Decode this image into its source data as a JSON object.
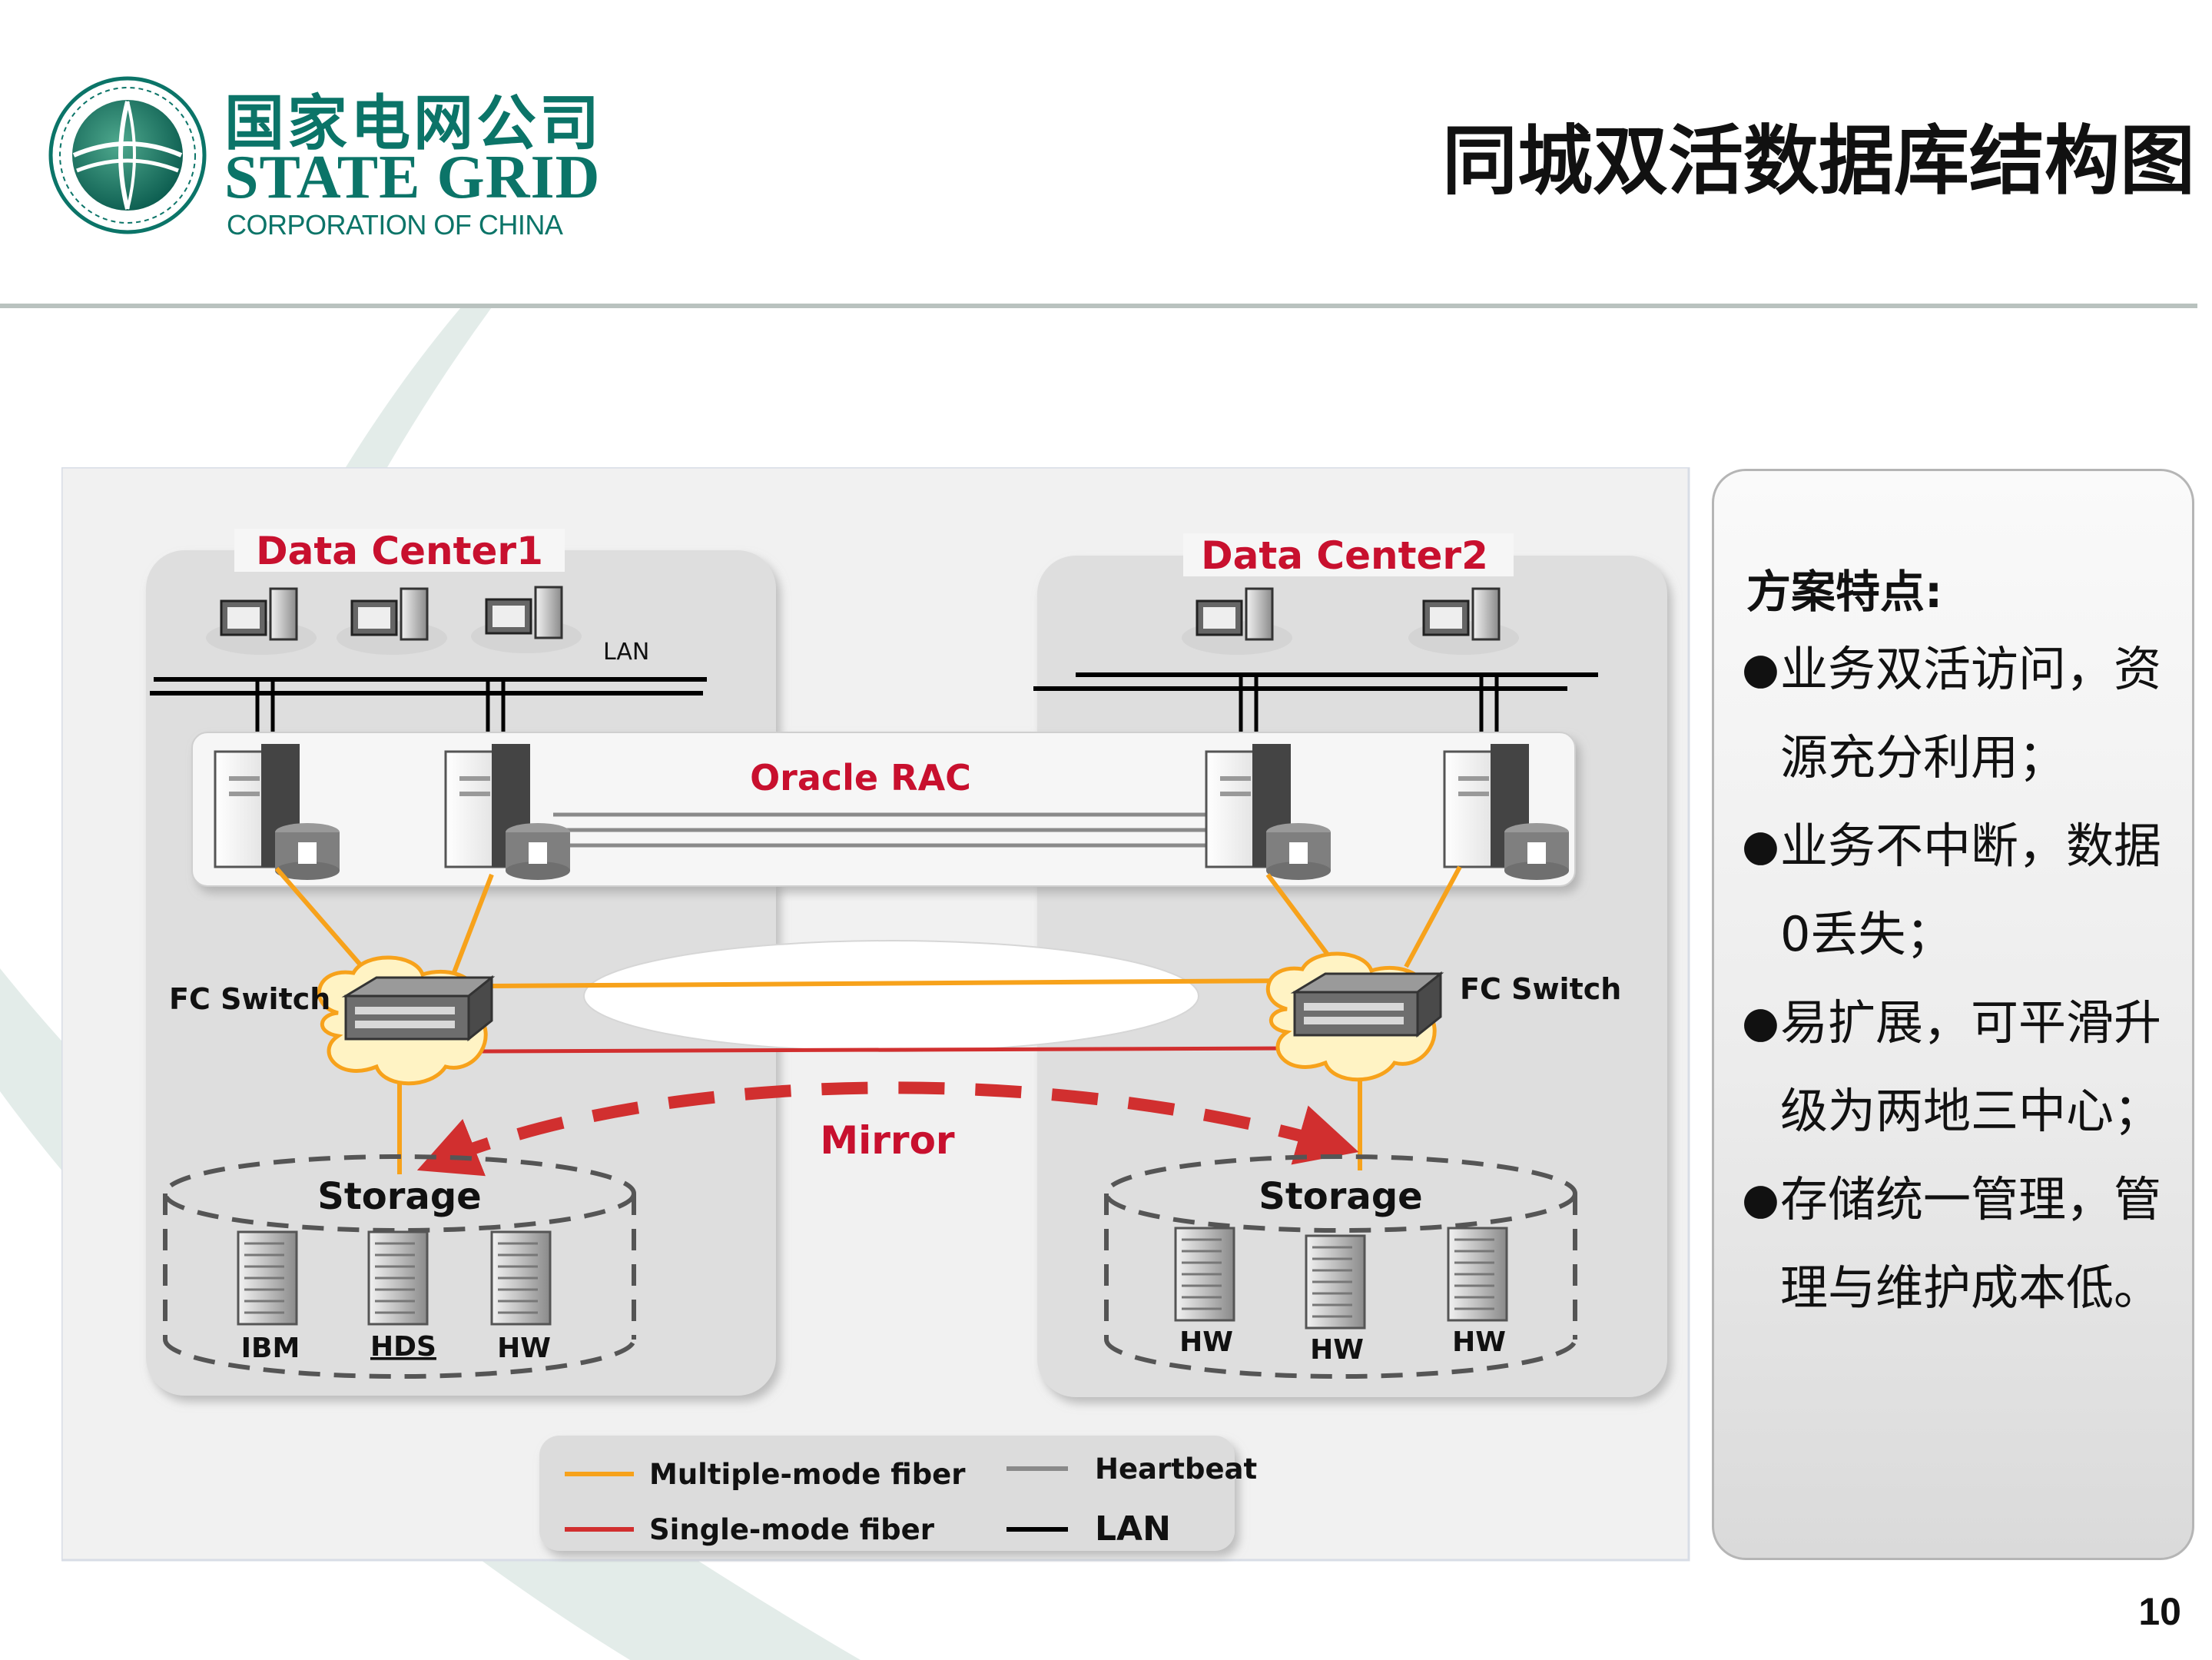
{
  "logo": {
    "cn": "国家电网公司",
    "en_line1": "STATE GRID",
    "en_line2": "CORPORATION OF CHINA"
  },
  "title": "同城双活数据库结构图",
  "page_number": "10",
  "diagram": {
    "dc1": {
      "label": "Data Center1",
      "lan_label": "LAN",
      "switch_label": "FC Switch",
      "storage_label": "Storage",
      "storage_units": [
        "IBM",
        "HDS",
        "HW"
      ]
    },
    "dc2": {
      "label": "Data Center2",
      "switch_label": "FC Switch",
      "storage_label": "Storage",
      "storage_units": [
        "HW",
        "HW",
        "HW"
      ]
    },
    "rac_label": "Oracle RAC",
    "mirror_label": "Mirror",
    "legend": {
      "multi_mode": "Multiple-mode fiber",
      "single_mode": "Single-mode fiber",
      "heartbeat": "Heartbeat",
      "lan": "LAN"
    },
    "colors": {
      "multi_mode": "#f7a21b",
      "single_mode": "#d12f2f",
      "heartbeat": "#888888",
      "lan": "#000000",
      "dc_label": "#c8102e"
    }
  },
  "panel": {
    "heading": "方案特点:",
    "items": [
      "业务双活访问，资源充分利用；",
      "业务不中断，数据0丢失；",
      "易扩展，可平滑升级为两地三中心；",
      "存储统一管理，管理与维护成本低。"
    ]
  }
}
